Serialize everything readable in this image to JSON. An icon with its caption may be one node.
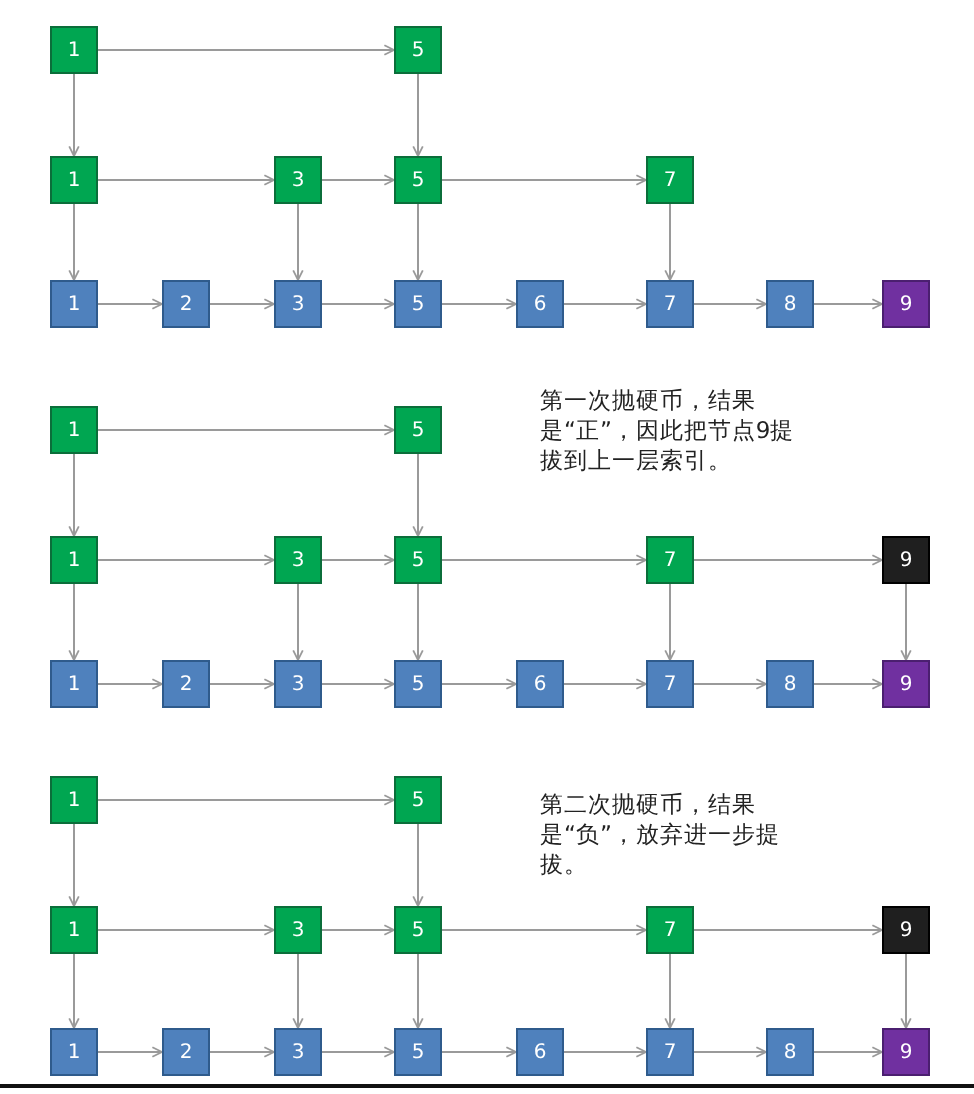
{
  "diagram": {
    "nodes": [
      {
        "text": [
          "1"
        ]
      },
      {
        "text": [
          "5"
        ]
      },
      {
        "text": [
          "1"
        ]
      },
      {
        "text": [
          "3"
        ]
      },
      {
        "text": [
          "5"
        ]
      },
      {
        "text": [
          "7"
        ]
      },
      {
        "text": [
          "1"
        ]
      },
      {
        "text": [
          "2"
        ]
      },
      {
        "text": [
          "3"
        ]
      },
      {
        "text": [
          "5"
        ]
      },
      {
        "text": [
          "6"
        ]
      },
      {
        "text": [
          "7"
        ]
      },
      {
        "text": [
          "8"
        ]
      },
      {
        "text": [
          "9"
        ]
      },
      {
        "text": [
          "1"
        ]
      },
      {
        "text": [
          "5"
        ]
      },
      {
        "text": [
          "1"
        ]
      },
      {
        "text": [
          "3"
        ]
      },
      {
        "text": [
          "5"
        ]
      },
      {
        "text": [
          "7"
        ]
      },
      {
        "text": [
          "9"
        ]
      },
      {
        "text": [
          "1"
        ]
      },
      {
        "text": [
          "2"
        ]
      },
      {
        "text": [
          "3"
        ]
      },
      {
        "text": [
          "5"
        ]
      },
      {
        "text": [
          "6"
        ]
      },
      {
        "text": [
          "7"
        ]
      },
      {
        "text": [
          "8"
        ]
      },
      {
        "text": [
          "9"
        ]
      },
      {
        "text": [
          "1"
        ]
      },
      {
        "text": [
          "5"
        ]
      },
      {
        "text": [
          "1"
        ]
      },
      {
        "text": [
          "3"
        ]
      },
      {
        "text": [
          "5"
        ]
      },
      {
        "text": [
          "7"
        ]
      },
      {
        "text": [
          "9"
        ]
      },
      {
        "text": [
          "1"
        ]
      },
      {
        "text": [
          "2"
        ]
      },
      {
        "text": [
          "3"
        ]
      },
      {
        "text": [
          "5"
        ]
      },
      {
        "text": [
          "6"
        ]
      },
      {
        "text": [
          "7"
        ]
      },
      {
        "text": [
          "8"
        ]
      },
      {
        "text": [
          "9"
        ]
      }
    ],
    "edges": [
      {
        "from": 0,
        "to": 1,
        "arrow": "to"
      },
      {
        "from": 0,
        "to": 2,
        "arrow": "to"
      },
      {
        "from": 1,
        "to": 4,
        "arrow": "to"
      },
      {
        "from": 2,
        "to": 3,
        "arrow": "to"
      },
      {
        "from": 3,
        "to": 4,
        "arrow": "to"
      },
      {
        "from": 4,
        "to": 5,
        "arrow": "to"
      },
      {
        "from": 2,
        "to": 6,
        "arrow": "to"
      },
      {
        "from": 3,
        "to": 8,
        "arrow": "to"
      },
      {
        "from": 4,
        "to": 9,
        "arrow": "to"
      },
      {
        "from": 5,
        "to": 11,
        "arrow": "to"
      },
      {
        "from": 6,
        "to": 7,
        "arrow": "to"
      },
      {
        "from": 7,
        "to": 8,
        "arrow": "to"
      },
      {
        "from": 8,
        "to": 9,
        "arrow": "to"
      },
      {
        "from": 9,
        "to": 10,
        "arrow": "to"
      },
      {
        "from": 10,
        "to": 11,
        "arrow": "to"
      },
      {
        "from": 11,
        "to": 12,
        "arrow": "to"
      },
      {
        "from": 12,
        "to": 13,
        "arrow": "to"
      },
      {
        "from": 14,
        "to": 15,
        "arrow": "to"
      },
      {
        "from": 14,
        "to": 16,
        "arrow": "to"
      },
      {
        "from": 15,
        "to": 18,
        "arrow": "to"
      },
      {
        "from": 16,
        "to": 17,
        "arrow": "to"
      },
      {
        "from": 17,
        "to": 18,
        "arrow": "to"
      },
      {
        "from": 18,
        "to": 19,
        "arrow": "to"
      },
      {
        "from": 19,
        "to": 20,
        "arrow": "to"
      },
      {
        "from": 16,
        "to": 21,
        "arrow": "to"
      },
      {
        "from": 17,
        "to": 23,
        "arrow": "to"
      },
      {
        "from": 18,
        "to": 24,
        "arrow": "to"
      },
      {
        "from": 19,
        "to": 26,
        "arrow": "to"
      },
      {
        "from": 20,
        "to": 28,
        "arrow": "to"
      },
      {
        "from": 21,
        "to": 22,
        "arrow": "to"
      },
      {
        "from": 22,
        "to": 23,
        "arrow": "to"
      },
      {
        "from": 23,
        "to": 24,
        "arrow": "to"
      },
      {
        "from": 24,
        "to": 25,
        "arrow": "to"
      },
      {
        "from": 25,
        "to": 26,
        "arrow": "to"
      },
      {
        "from": 26,
        "to": 27,
        "arrow": "to"
      },
      {
        "from": 27,
        "to": 28,
        "arrow": "to"
      },
      {
        "from": 29,
        "to": 30,
        "arrow": "to"
      },
      {
        "from": 29,
        "to": 31,
        "arrow": "to"
      },
      {
        "from": 30,
        "to": 33,
        "arrow": "to"
      },
      {
        "from": 31,
        "to": 32,
        "arrow": "to"
      },
      {
        "from": 32,
        "to": 33,
        "arrow": "to"
      },
      {
        "from": 33,
        "to": 34,
        "arrow": "to"
      },
      {
        "from": 34,
        "to": 35,
        "arrow": "to"
      },
      {
        "from": 31,
        "to": 36,
        "arrow": "to"
      },
      {
        "from": 32,
        "to": 38,
        "arrow": "to"
      },
      {
        "from": 33,
        "to": 39,
        "arrow": "to"
      },
      {
        "from": 34,
        "to": 41,
        "arrow": "to"
      },
      {
        "from": 35,
        "to": 43,
        "arrow": "to"
      },
      {
        "from": 36,
        "to": 37,
        "arrow": "to"
      },
      {
        "from": 37,
        "to": 38,
        "arrow": "to"
      },
      {
        "from": 38,
        "to": 39,
        "arrow": "to"
      },
      {
        "from": 39,
        "to": 40,
        "arrow": "to"
      },
      {
        "from": 40,
        "to": 41,
        "arrow": "to"
      },
      {
        "from": 41,
        "to": 42,
        "arrow": "to"
      },
      {
        "from": 42,
        "to": 43,
        "arrow": "to"
      }
    ],
    "labels": [
      "第一次抛硬币，结果是“正”，因此把节点9提拔到上一层索引。",
      "第二次抛硬币，结果是“负”，放弃进一步提拔。"
    ]
  }
}
